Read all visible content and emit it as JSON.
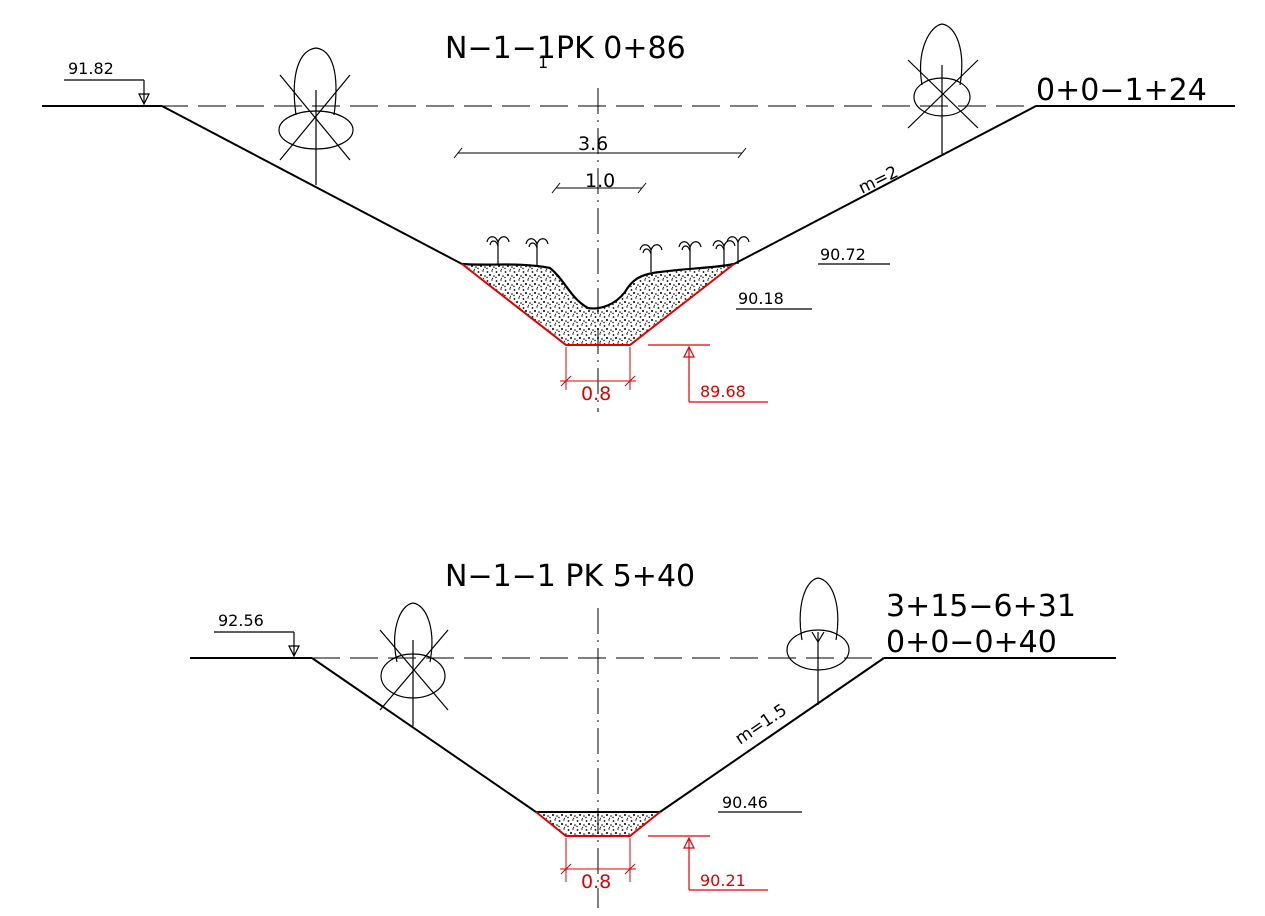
{
  "section1": {
    "title": "N−1−1",
    "title_sub": "1",
    "title_pk": "PK  0+86",
    "station": "0+0−1+24",
    "elev_left": "91.82",
    "elev_right": "90.72",
    "elev_mid": "90.18",
    "elev_bottom": "89.68",
    "slope": "m=2",
    "dim_top": "3.6",
    "dim_mid": "1.0",
    "dim_bottom": "0.8"
  },
  "section2": {
    "title": "N−1−1  PK  5+40",
    "station_line1": "3+15−6+31",
    "station_line2": "0+0−0+40",
    "elev_left": "92.56",
    "elev_mid": "90.46",
    "elev_bottom": "90.21",
    "slope": "m=1.5",
    "dim_bottom": "0.8"
  },
  "colors": {
    "line": "#000000",
    "excavation": "#e00000",
    "background": "#ffffff"
  }
}
